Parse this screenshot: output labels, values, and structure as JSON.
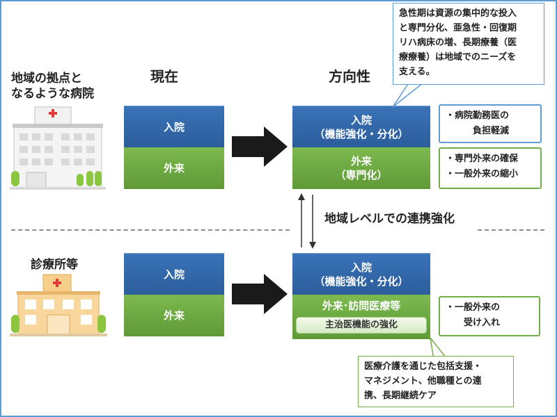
{
  "left_labels": {
    "hospital": "地域の拠点と\nなるような病院",
    "clinic": "診療所等"
  },
  "headers": {
    "current": "現在",
    "direction": "方向性"
  },
  "hospital_row": {
    "current_inpatient": "入院",
    "current_outpatient": "外来",
    "future_inpatient": "入院\n（機能強化・分化）",
    "future_outpatient": "外来\n（専門化）",
    "note_inpatient": "・病院勤務医の\n　　　負担軽減",
    "note_outpatient_1": "・専門外来の確保",
    "note_outpatient_2": "・一般外来の縮小"
  },
  "clinic_row": {
    "current_inpatient": "入院",
    "current_outpatient": "外来",
    "future_inpatient": "入院\n（機能強化・分化）",
    "future_outpatient": "外来･訪問医療等",
    "future_sub": "主治医機能の強化",
    "note_outpatient": "・一般外来の\n　　受け入れ"
  },
  "link_label": "地域レベルでの連携強化",
  "top_callout": "急性期は資源の集中的な投入\nと専門分化、亜急性・回復期\nリハ病床の増、長期療養（医\n療療養）は地域でのニーズを\n支える。",
  "bottom_callout": "医療介護を通じた包括支援・\nマネジメント、他職種との連\n携、長期継続ケア",
  "colors": {
    "blue": "#2b5d9b",
    "green": "#6aa640",
    "frame": "#5b9bd5"
  }
}
